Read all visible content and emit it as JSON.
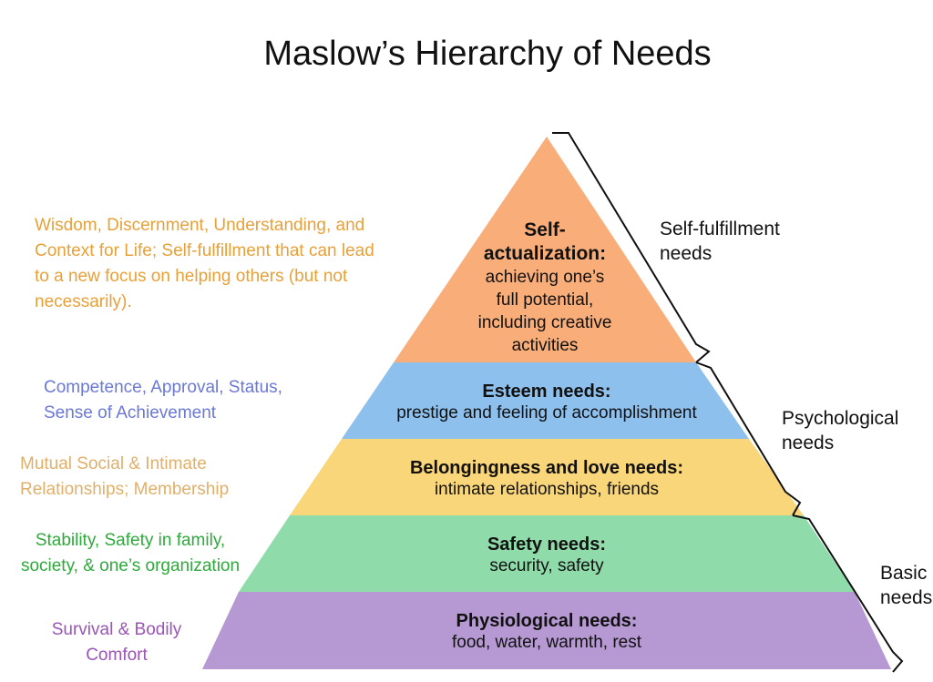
{
  "title": "Maslow’s Hierarchy of Needs",
  "tiers": {
    "self_actualization": {
      "head_line1": "Self-",
      "head_line2": "actualization:",
      "desc_lines": [
        "achieving one’s",
        "full potential,",
        "including creative",
        "activities"
      ],
      "color": "#F9AE7A",
      "side_lines": [
        "Wisdom, Discernment, Understanding, and",
        "Context for Life; Self-fulfillment that can lead",
        "to a new focus on helping others (but not",
        "necessarily)."
      ],
      "side_color": "#E8A038"
    },
    "esteem": {
      "head": "Esteem needs:",
      "desc": "prestige and feeling of accomplishment",
      "color": "#8EC0EE",
      "side_lines": [
        "Competence,  Approval, Status,",
        "Sense of Achievement"
      ],
      "side_color": "#6B78D4"
    },
    "belonging": {
      "head": "Belongingness and love needs:",
      "desc": "intimate relationships, friends",
      "color": "#FAD67A",
      "side_lines": [
        "Mutual Social & Intimate",
        "Relationships; Membership"
      ],
      "side_color": "#E0B06A"
    },
    "safety": {
      "head": "Safety needs:",
      "desc": "security, safety",
      "color": "#8FDBAA",
      "side_lines": [
        "Stability, Safety in family,",
        "society, & one’s organization"
      ],
      "side_color": "#2EAA3C"
    },
    "physiological": {
      "head": "Physiological needs:",
      "desc": "food, water, warmth, rest",
      "color": "#B699D3",
      "side_lines": [
        "Survival & Bodily",
        "Comfort"
      ],
      "side_color": "#9A54B8"
    }
  },
  "groups": {
    "self_fulfillment": [
      "Self-fulfillment",
      "needs"
    ],
    "psychological": [
      "Psychological",
      "needs"
    ],
    "basic": [
      "Basic",
      "needs"
    ]
  }
}
